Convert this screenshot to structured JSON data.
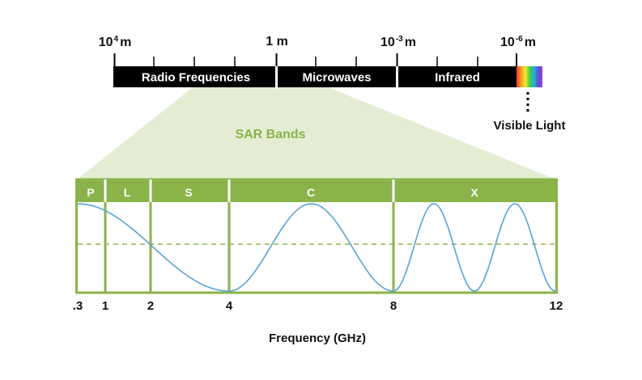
{
  "spectrum": {
    "wavelength_labels": [
      {
        "base": "10",
        "exp": "4",
        "unit": "m"
      },
      {
        "base": "1",
        "exp": "",
        "unit": "m"
      },
      {
        "base": "10",
        "exp": "-3",
        "unit": "m"
      },
      {
        "base": "10",
        "exp": "-6",
        "unit": "m"
      }
    ],
    "segments": [
      {
        "label": "Radio Frequencies"
      },
      {
        "label": "Microwaves"
      },
      {
        "label": "Infrared"
      }
    ],
    "visible_label": "Visible Light"
  },
  "sar": {
    "title": "SAR Bands",
    "bands": [
      {
        "label": "P"
      },
      {
        "label": "L"
      },
      {
        "label": "S"
      },
      {
        "label": "C"
      },
      {
        "label": "X"
      }
    ],
    "frequency_ticks": [
      ".3",
      "1",
      "2",
      "4",
      "8",
      "12"
    ],
    "x_axis_title": "Frequency (GHz)"
  },
  "colors": {
    "band_green": "#8ab34a",
    "zoom_fill": "#e4edd3",
    "wave_blue": "#5aa3d6",
    "bar_black": "#000000"
  }
}
